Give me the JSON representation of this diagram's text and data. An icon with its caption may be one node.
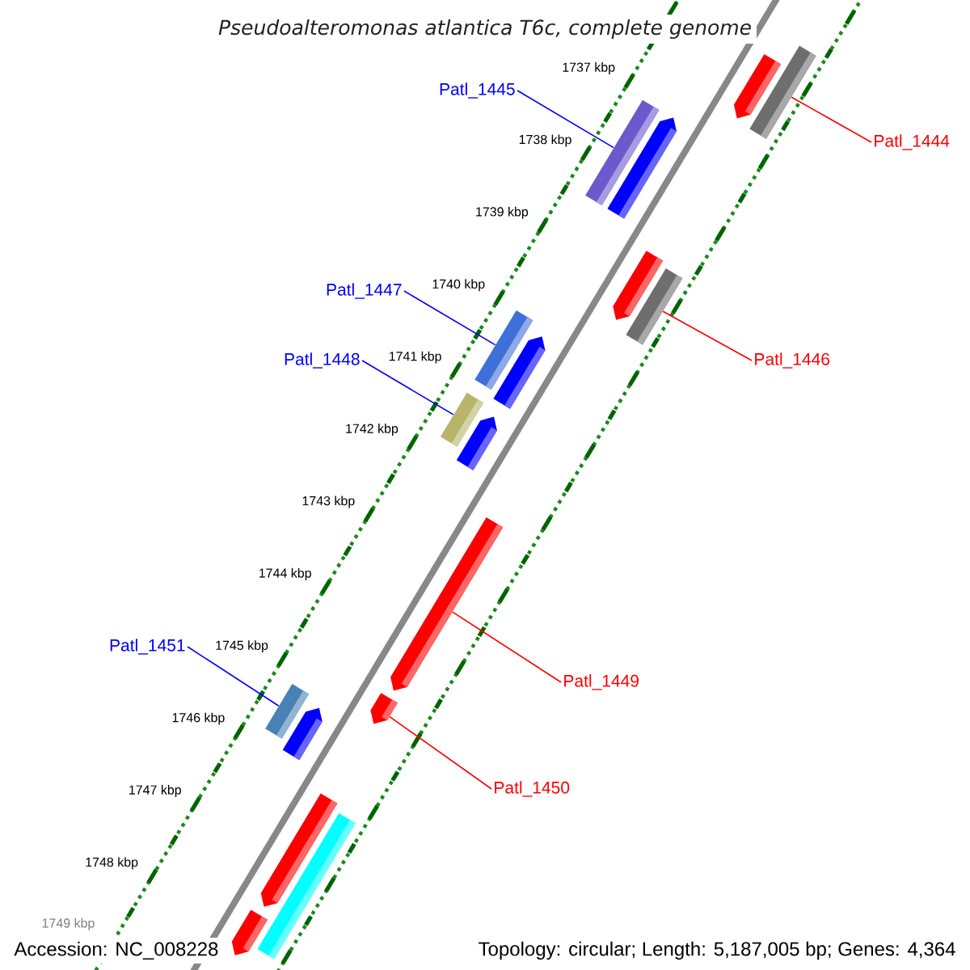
{
  "diagram": {
    "title": "Pseudoalteromonas atlantica T6c, complete genome",
    "nodes": [
      {
        "text": [
          "Patl_1445"
        ]
      },
      {
        "text": [
          "Patl_1444"
        ]
      },
      {
        "text": [
          "Patl_1447"
        ]
      },
      {
        "text": [
          "Patl_1448"
        ]
      },
      {
        "text": [
          "Patl_1446"
        ]
      },
      {
        "text": [
          "Patl_1451"
        ]
      },
      {
        "text": [
          "Patl_1449"
        ]
      },
      {
        "text": [
          "Patl_1450"
        ]
      },
      {
        "text": [],
        "shape": "pentagon"
      },
      {
        "text": [],
        "shape": "bar"
      },
      {
        "text": [],
        "shape": "bar"
      },
      {
        "text": [],
        "shape": "pentagon"
      },
      {
        "text": [],
        "shape": "pentagon"
      },
      {
        "text": [],
        "shape": "bar"
      },
      {
        "text": [],
        "shape": "bar"
      },
      {
        "text": [],
        "shape": "pentagon"
      },
      {
        "text": [],
        "shape": "bar"
      },
      {
        "text": [],
        "shape": "pentagon"
      },
      {
        "text": [],
        "shape": "pentagon"
      },
      {
        "text": [],
        "shape": "pentagon"
      },
      {
        "text": [],
        "shape": "bar"
      },
      {
        "text": [],
        "shape": "pentagon"
      },
      {
        "text": [],
        "shape": "pentagon"
      },
      {
        "text": [],
        "shape": "pentagon"
      },
      {
        "text": [],
        "shape": "bar"
      }
    ],
    "edges": [
      {
        "from": 0,
        "to": 10,
        "arrow": "none",
        "color": "#0000ff"
      },
      {
        "from": 1,
        "to": 9,
        "arrow": "none",
        "color": "#ff0000"
      },
      {
        "from": 2,
        "to": 14,
        "arrow": "none",
        "color": "#0000ff"
      },
      {
        "from": 3,
        "to": 16,
        "arrow": "none",
        "color": "#0000ff"
      },
      {
        "from": 4,
        "to": 13,
        "arrow": "none",
        "color": "#ff0000"
      },
      {
        "from": 5,
        "to": 20,
        "arrow": "none",
        "color": "#0000ff"
      },
      {
        "from": 6,
        "to": 18,
        "arrow": "none",
        "color": "#ff0000"
      },
      {
        "from": 7,
        "to": 19,
        "arrow": "none",
        "color": "#ff0000"
      }
    ],
    "labels": [
      "1737 kbp",
      "1738 kbp",
      "1739 kbp",
      "1740 kbp",
      "1741 kbp",
      "1742 kbp",
      "1743 kbp",
      "1744 kbp",
      "1745 kbp",
      "1746 kbp",
      "1747 kbp",
      "1748 kbp",
      "1749 kbp",
      "Accession: NC_008228",
      "Topology: circular; Length: 5,187,005 bp; Genes: 4,364"
    ]
  }
}
